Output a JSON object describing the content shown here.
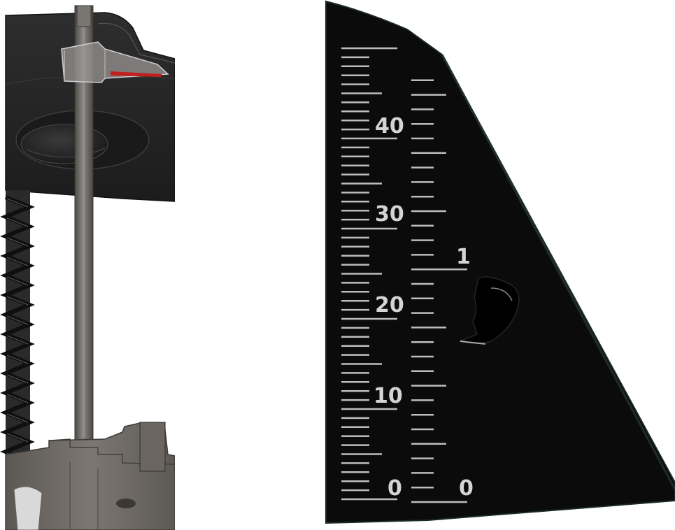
{
  "figure": {
    "left_panel": {
      "description_icon": "depth-stop-rod-render",
      "colors": {
        "housing": "#262626",
        "rod": "#6e6a66",
        "spring": "#1e1e1e",
        "base": "#6f6a66",
        "indicator": "#c41f1f"
      }
    },
    "right_panel": {
      "description_icon": "depth-scale-photo",
      "colors": {
        "plate": "#0c0b0b",
        "markings": "#cfcfcf"
      },
      "left_scale_labels": [
        "40",
        "30",
        "20",
        "10",
        "0"
      ],
      "right_scale_labels": [
        "1",
        "0"
      ]
    }
  }
}
